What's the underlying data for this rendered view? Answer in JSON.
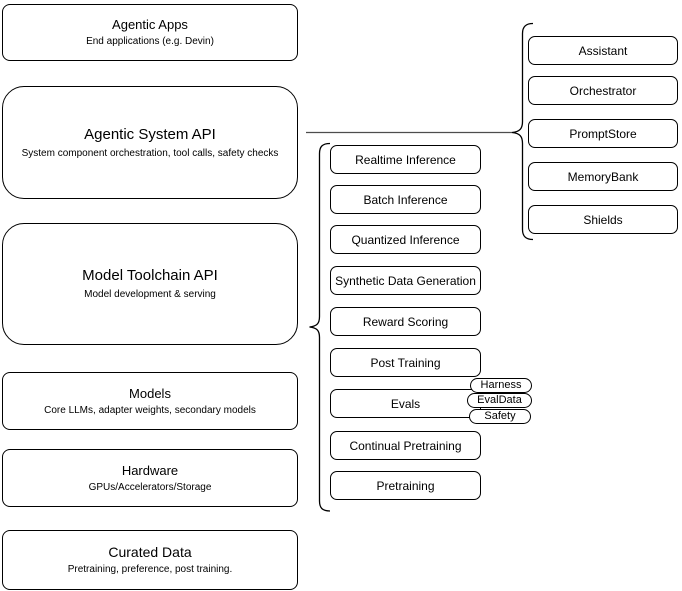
{
  "diagram": {
    "left_stack": [
      {
        "title": "Agentic Apps",
        "subtitle": "End applications (e.g. Devin)"
      },
      {
        "title": "Agentic System API",
        "subtitle": "System component orchestration, tool calls, safety checks"
      },
      {
        "title": "Model Toolchain API",
        "subtitle": "Model development & serving"
      },
      {
        "title": "Models",
        "subtitle": "Core LLMs, adapter weights, secondary models"
      },
      {
        "title": "Hardware",
        "subtitle": "GPUs/Accelerators/Storage"
      },
      {
        "title": "Curated Data",
        "subtitle": "Pretraining, preference, post training."
      }
    ],
    "toolchain": {
      "items": [
        "Realtime Inference",
        "Batch Inference",
        "Quantized Inference",
        "Synthetic Data Generation",
        "Reward Scoring",
        "Post Training",
        "Evals",
        "Continual Pretraining",
        "Pretraining"
      ],
      "evals_tags": [
        "Harness",
        "EvalData",
        "Safety"
      ]
    },
    "system_components": [
      "Assistant",
      "Orchestrator",
      "PromptStore",
      "MemoryBank",
      "Shields"
    ],
    "colors": {
      "stroke": "#000000",
      "fill": "#ffffff",
      "connector": "#4d4d4d"
    }
  }
}
